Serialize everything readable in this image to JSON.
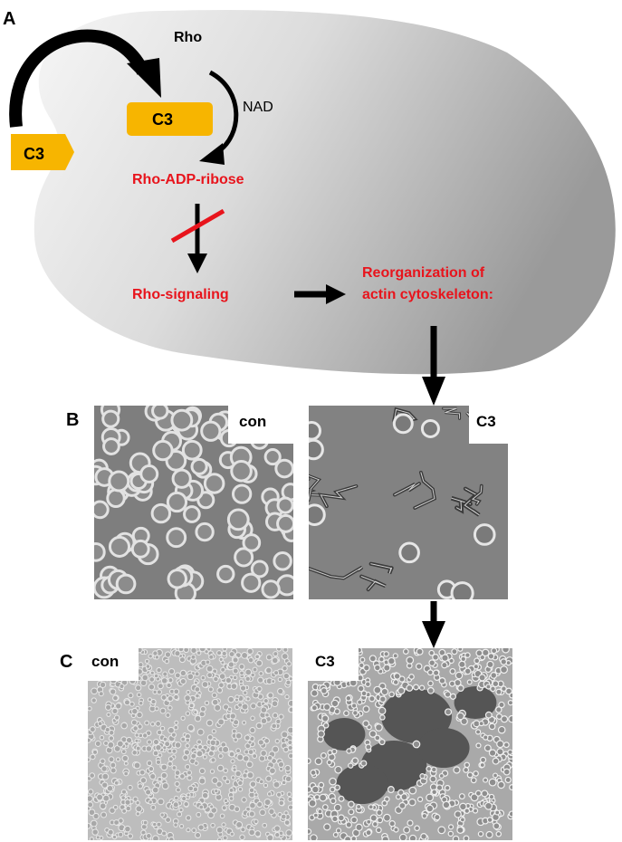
{
  "panels": {
    "a": "A",
    "b": "B",
    "c": "C"
  },
  "diagram": {
    "rho": "Rho",
    "nad": "NAD",
    "c3_inside": "C3",
    "c3_outside": "C3",
    "rho_adp_ribose": "Rho-ADP-ribose",
    "rho_signaling": "Rho-signaling",
    "reorg_line1": "Reorganization of",
    "reorg_line2": "actin cytoskeleton:"
  },
  "micrographs": {
    "b_con": "con",
    "b_c3": "C3",
    "c_con": "con",
    "c_c3": "C3"
  },
  "colors": {
    "label_red": "#e8141c",
    "toxin_orange": "#f7b500",
    "inhibit_red": "#e8141c"
  }
}
